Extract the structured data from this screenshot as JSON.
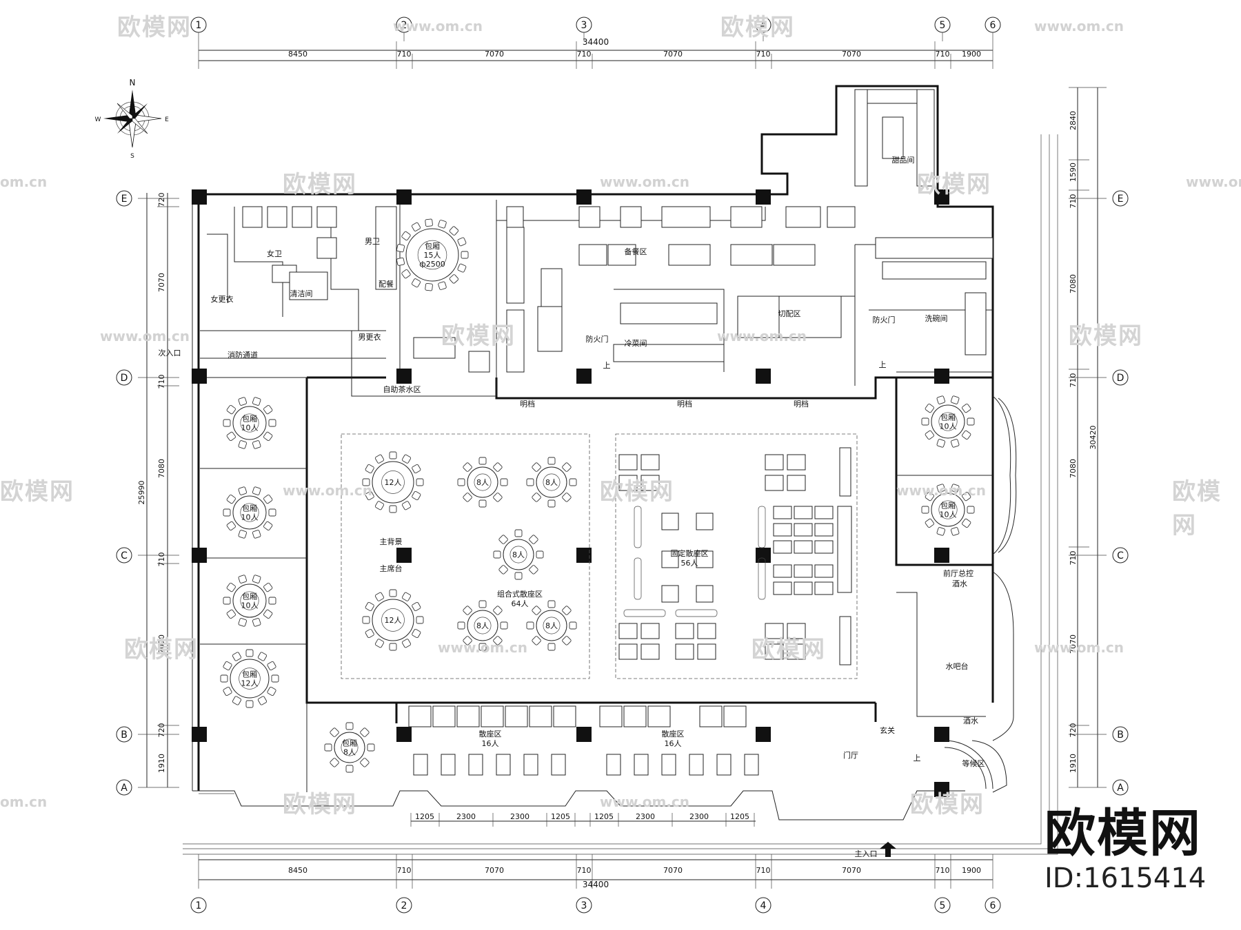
{
  "watermark": {
    "logo": "欧模网",
    "url": "www.om.cn",
    "url_short": "om.cn"
  },
  "brand": {
    "name": "欧模网",
    "id": "ID:1615414"
  },
  "axes": {
    "columns": [
      "1",
      "2",
      "3",
      "4",
      "5",
      "6"
    ],
    "rows": [
      "E",
      "D",
      "C",
      "B",
      "A"
    ]
  },
  "dims": {
    "top_total": "34400",
    "bottom_total": "34400",
    "top_segments": [
      "8450",
      "710",
      "7070",
      "710",
      "7070",
      "710",
      "7070",
      "710",
      "1900"
    ],
    "bottom_segments": [
      "8450",
      "710",
      "7070",
      "710",
      "7070",
      "710",
      "7070",
      "710",
      "1900"
    ],
    "left_total": "25990",
    "left_segments": [
      "720",
      "7070",
      "710",
      "7080",
      "710",
      "7070",
      "720",
      "1910"
    ],
    "right_total": "30420",
    "right_segments": [
      "2840",
      "1590",
      "710",
      "7080",
      "710",
      "7080",
      "710",
      "7070",
      "720",
      "1910"
    ],
    "bottom_inner_a": [
      "1205",
      "2300",
      "2300",
      "1205"
    ],
    "bottom_inner_b": [
      "1205",
      "2300",
      "2300",
      "1205"
    ]
  },
  "compass": {
    "n": "N",
    "s": "S",
    "e": "E",
    "w": "W"
  },
  "labels": {
    "female_wc": "女卫",
    "male_wc": "男卫",
    "cleaning": "清洁间",
    "female_locker": "女更衣",
    "male_locker": "男更衣",
    "side_entry": "次入口",
    "fire_passage": "消防通道",
    "self_tea": "自助茶水区",
    "pr_15": "包厢",
    "pr_15_count": "15人",
    "pr_15_size": "ф2500",
    "pantry": "配餐",
    "fire_door": "防火门",
    "prep": "备餐区",
    "cold_dish": "冷菜间",
    "hot_kitchen": "切配区",
    "wash": "洗碗间",
    "fire_door2": "防火门",
    "bar_area": "明档",
    "bar_area2": "明档",
    "bar_area3": "明档",
    "stage_bg": "主背景",
    "stage": "主席台",
    "combo_area": "组合式散座区",
    "combo_count": "64人",
    "fixed_area": "固定散座区",
    "fixed_count": "56人",
    "t12a": "12人",
    "t12b": "12人",
    "t8a": "8人",
    "t8b": "8人",
    "t8c": "8人",
    "t8d": "8人",
    "t8e": "8人",
    "pr": "包厢",
    "pr_10": "10人",
    "pr_12": "12人",
    "pr_8": "8人",
    "front_desk": "前厅总控",
    "drinks": "酒水",
    "water_bar": "水吧台",
    "drinks2": "酒水",
    "lobby": "门厅",
    "foyer": "玄关",
    "waiting": "等候区",
    "scatter_a": "散座区",
    "scatter_a_count": "16人",
    "scatter_b": "散座区",
    "scatter_b_count": "16人",
    "main_entry": "主入口",
    "stair_up": "上",
    "stair_up2": "上",
    "stair_up3": "上",
    "dessert": "甜品间"
  },
  "colors": {
    "line": "#222222",
    "watermark": "#d4d4d4",
    "column": "#111111"
  }
}
